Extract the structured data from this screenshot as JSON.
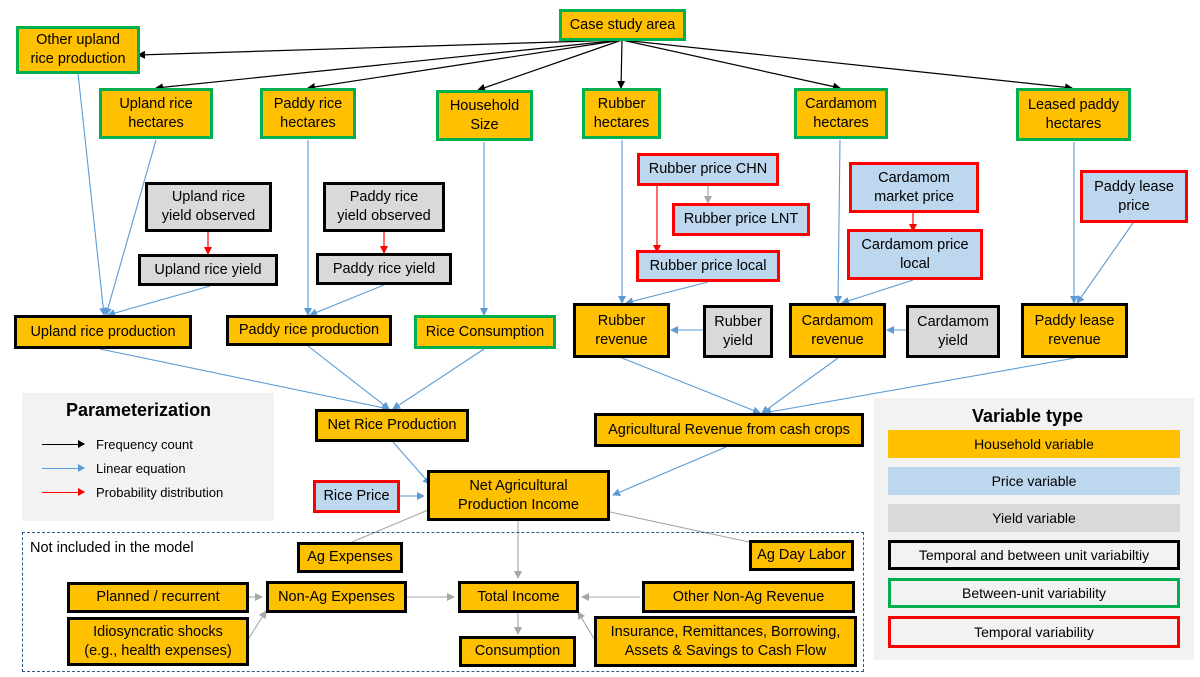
{
  "nodes": {
    "case_study_area": "Case study area",
    "other_upland": "Other upland\nrice production",
    "upland_ha": "Upland rice\nhectares",
    "paddy_ha": "Paddy rice\nhectares",
    "household_size": "Household\nSize",
    "rubber_ha": "Rubber\nhectares",
    "cardamom_ha": "Cardamom\nhectares",
    "leased_paddy_ha": "Leased paddy\nhectares",
    "upland_yield_obs": "Upland rice\nyield observed",
    "paddy_yield_obs": "Paddy rice\nyield observed",
    "upland_yield": "Upland rice yield",
    "paddy_yield": "Paddy rice yield",
    "rubber_price_chn": "Rubber price CHN",
    "rubber_price_lnt": "Rubber price LNT",
    "rubber_price_local": "Rubber price local",
    "cardamom_market_price": "Cardamom\nmarket price",
    "cardamom_price_local": "Cardamom price\nlocal",
    "paddy_lease_price": "Paddy lease\nprice",
    "upland_production": "Upland rice production",
    "paddy_production": "Paddy rice production",
    "rice_consumption": "Rice Consumption",
    "rubber_revenue": "Rubber\nrevenue",
    "rubber_yield": "Rubber\nyield",
    "cardamom_revenue": "Cardamom\nrevenue",
    "cardamom_yield": "Cardamom\nyield",
    "paddy_lease_revenue": "Paddy lease\nrevenue",
    "net_rice_production": "Net Rice Production",
    "ag_revenue_cash_crops": "Agricultural Revenue from cash crops",
    "rice_price": "Rice Price",
    "net_ag_income": "Net Agricultural\nProduction Income",
    "ag_expenses": "Ag Expenses",
    "ag_day_labor": "Ag Day Labor",
    "planned_recurrent": "Planned / recurrent",
    "non_ag_expenses": "Non-Ag Expenses",
    "total_income": "Total Income",
    "other_non_ag_revenue": "Other Non-Ag Revenue",
    "idiosyncratic_shocks": "Idiosyncratic shocks\n(e.g., health expenses)",
    "consumption": "Consumption",
    "insurance": "Insurance, Remittances, Borrowing,\nAssets & Savings to Cash Flow"
  },
  "parameterization": {
    "title": "Parameterization",
    "items": [
      {
        "label": "Frequency count",
        "color": "#000000"
      },
      {
        "label": "Linear equation",
        "color": "#5B9BD5"
      },
      {
        "label": "Probability distribution",
        "color": "#FF0000"
      }
    ]
  },
  "variable_type": {
    "title": "Variable type",
    "items": [
      {
        "label": "Household variable",
        "color": "#FFC000"
      },
      {
        "label": "Price variable",
        "color": "#BDD7EE"
      },
      {
        "label": "Yield variable",
        "color": "#D9D9D9"
      },
      {
        "label": "Temporal and between unit variabiltiy",
        "border": "#000000"
      },
      {
        "label": "Between-unit variability",
        "border": "#00B050"
      },
      {
        "label": "Temporal variability",
        "border": "#FF0000"
      }
    ]
  },
  "not_included_label": "Not included in the model",
  "colors": {
    "household": "#FFC000",
    "price": "#BDD7EE",
    "yield": "#D9D9D9",
    "frequency_arrow": "#000000",
    "linear_arrow": "#5B9BD5",
    "probability_arrow": "#FF0000",
    "not_modeled_arrow": "#A6A6A6"
  }
}
